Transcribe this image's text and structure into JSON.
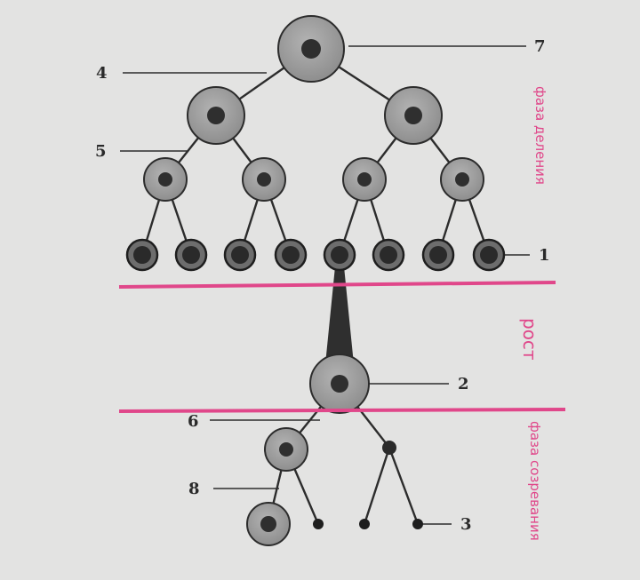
{
  "colors": {
    "background": "#e3e3e2",
    "line": "#2c2c2c",
    "cell_fill": "#9c9c9c",
    "nucleus": "#2f2f2f",
    "phase_accent": "#e0478a"
  },
  "labels": {
    "n1": "1",
    "n2": "2",
    "n3": "3",
    "n4": "4",
    "n5": "5",
    "n6": "6",
    "n7": "7",
    "n8": "8"
  },
  "phases": {
    "division": "фаза деления",
    "growth": "рост",
    "maturation": "фаза созревания"
  }
}
